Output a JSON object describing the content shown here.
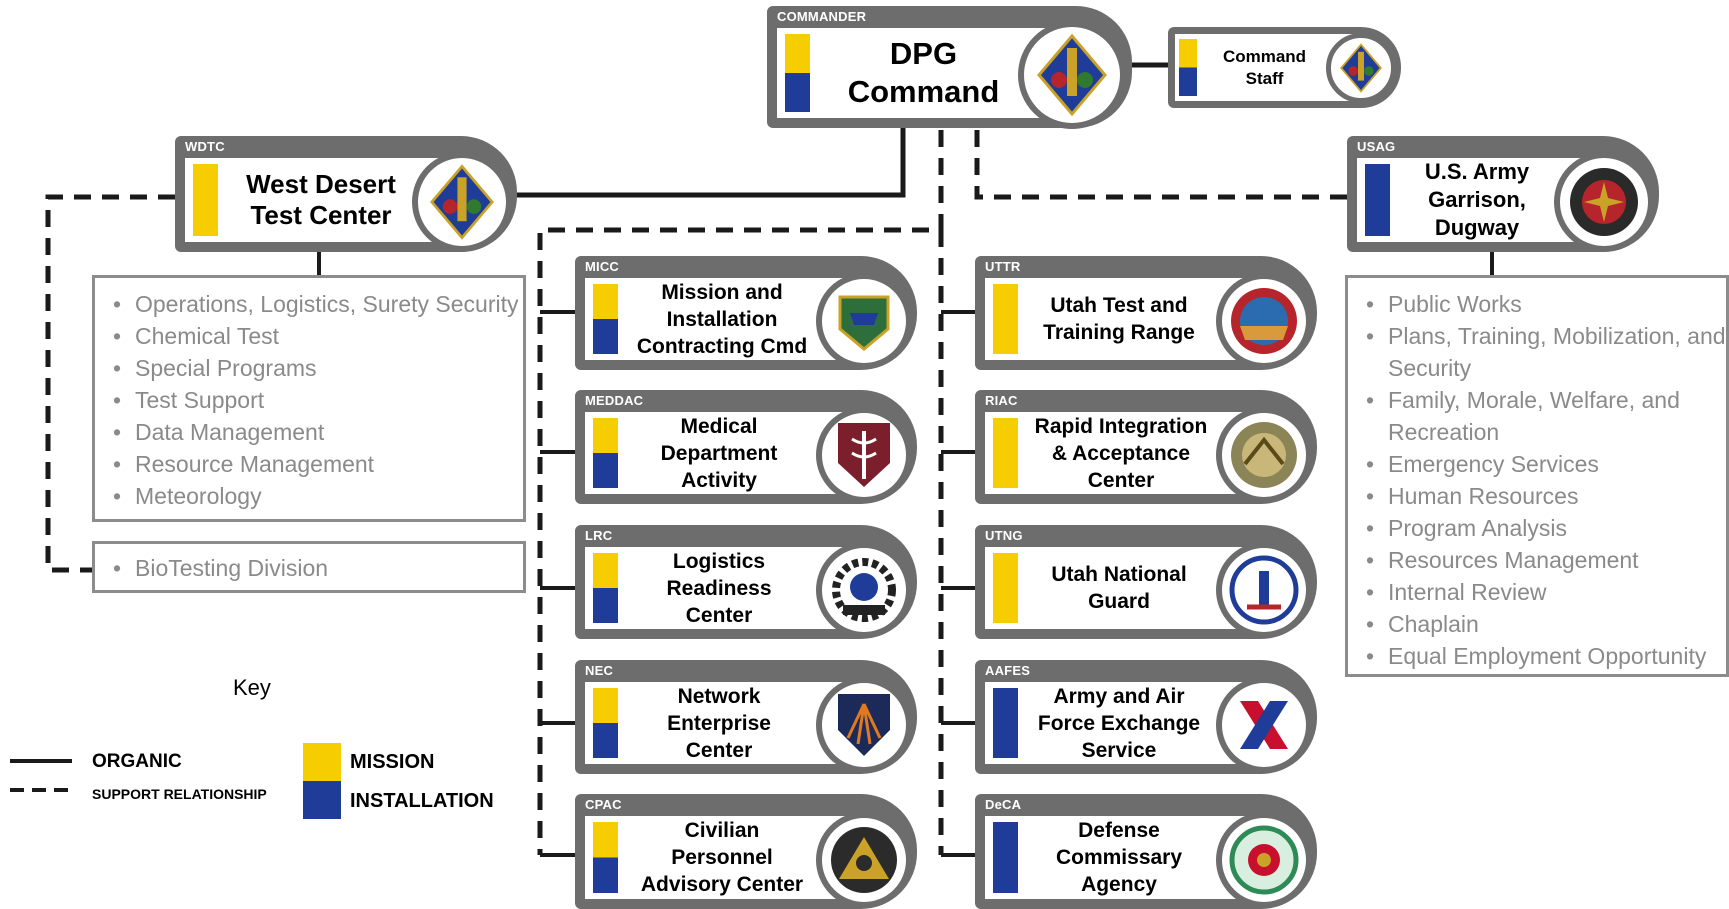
{
  "colors": {
    "mission": "#f5cd00",
    "installation": "#1f3c99",
    "frame": "#6d6d6d",
    "line": "#1a1a1a",
    "list_text": "#8a8a8a"
  },
  "commander": {
    "abbr": "COMMANDER",
    "title": "DPG\nCommand",
    "emblem": "dpg-crest-icon"
  },
  "command_staff": {
    "title": "Command\nStaff",
    "emblem": "dpg-crest-icon"
  },
  "wdtc": {
    "abbr": "WDTC",
    "title": "West Desert\nTest Center",
    "emblem": "dpg-crest-icon",
    "functions": [
      "Operations, Logistics, Surety Security",
      "Chemical Test",
      "Special Programs",
      "Test Support",
      "Data Management",
      "Resource Management",
      "Meteorology"
    ],
    "biotesting": "BioTesting Division"
  },
  "usag": {
    "abbr": "USAG",
    "title": "U.S. Army\nGarrison,\nDugway",
    "emblem": "installation-management-crest-icon",
    "functions": [
      "Public Works",
      "Plans, Training, Mobilization, and Security",
      "Family, Morale, Welfare, and Recreation",
      "Emergency Services",
      "Human Resources",
      "Program Analysis",
      "Resources Management",
      "Internal Review",
      "Chaplain",
      "Equal Employment Opportunity"
    ]
  },
  "left_units": [
    {
      "abbr": "MICC",
      "title": "Mission and\nInstallation\nContracting Cmd",
      "emblem": "micc-crest-icon"
    },
    {
      "abbr": "MEDDAC",
      "title": "Medical\nDepartment\nActivity",
      "emblem": "caduceus-icon"
    },
    {
      "abbr": "LRC",
      "title": "Logistics\nReadiness\nCenter",
      "emblem": "gear-crest-icon"
    },
    {
      "abbr": "NEC",
      "title": "Network\nEnterprise\nCenter",
      "emblem": "signal-shield-icon"
    },
    {
      "abbr": "CPAC",
      "title": "Civilian\nPersonnel\nAdvisory Center",
      "emblem": "hr-command-seal-icon"
    }
  ],
  "right_units": [
    {
      "abbr": "UTTR",
      "title": "Utah Test and\nTraining Range",
      "emblem": "range-patch-icon"
    },
    {
      "abbr": "RIAC",
      "title": "Rapid Integration\n& Acceptance\nCenter",
      "emblem": "riac-seal-icon"
    },
    {
      "abbr": "UTNG",
      "title": "Utah National\nGuard",
      "emblem": "national-guard-seal-icon"
    },
    {
      "abbr": "AAFES",
      "title": "Army and Air\nForce Exchange\nService",
      "emblem": "exchange-x-icon"
    },
    {
      "abbr": "DeCA",
      "title": "Defense\nCommissary\nAgency",
      "emblem": "commissary-seal-icon"
    }
  ],
  "key": {
    "title": "Key",
    "organic": "ORGANIC",
    "support": "SUPPORT RELATIONSHIP",
    "mission": "MISSION",
    "installation": "INSTALLATION"
  }
}
